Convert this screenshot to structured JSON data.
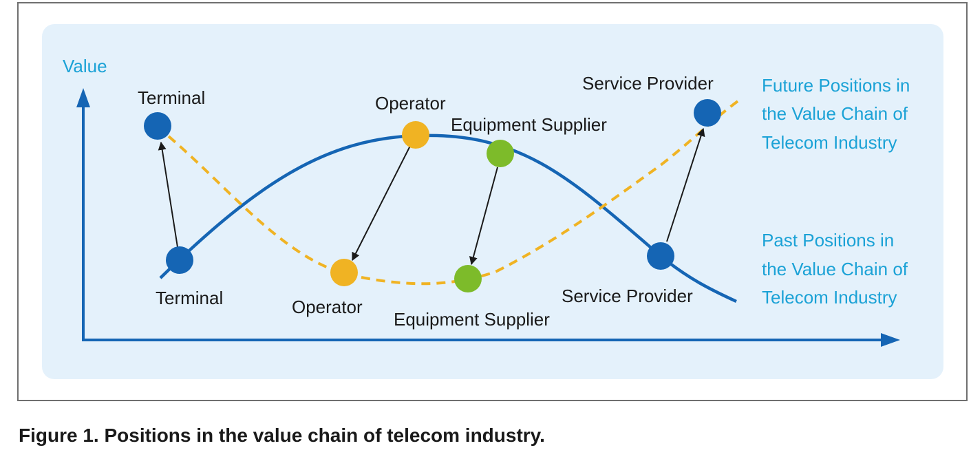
{
  "axis": {
    "y_label": "Value"
  },
  "colors": {
    "axis": "#1565b4",
    "past_curve": "#1565b4",
    "future_curve": "#f0b323",
    "terminal_node": "#1565b4",
    "operator_node": "#f0b323",
    "equipment_node": "#7dbb2a",
    "service_node": "#1565b4",
    "panel_background": "#e4f1fb",
    "legend_text": "#1ba2d6"
  },
  "future_positions": {
    "legend": [
      "Future Positions in",
      "the Value Chain of",
      "Telecom Industry"
    ],
    "nodes": [
      {
        "label": "Terminal",
        "icon": "blue-circle"
      },
      {
        "label": "Operator",
        "icon": "orange-circle"
      },
      {
        "label": "Equipment Supplier",
        "icon": "green-circle"
      },
      {
        "label": "Service Provider",
        "icon": "blue-circle"
      }
    ]
  },
  "past_positions": {
    "legend": [
      "Past Positions in",
      "the Value Chain of",
      "Telecom Industry"
    ],
    "nodes": [
      {
        "label": "Terminal",
        "icon": "blue-circle"
      },
      {
        "label": "Operator",
        "icon": "orange-circle"
      },
      {
        "label": "Equipment Supplier",
        "icon": "green-circle"
      },
      {
        "label": "Service Provider",
        "icon": "blue-circle"
      }
    ]
  },
  "caption": "Figure 1. Positions in the value chain of telecom industry."
}
